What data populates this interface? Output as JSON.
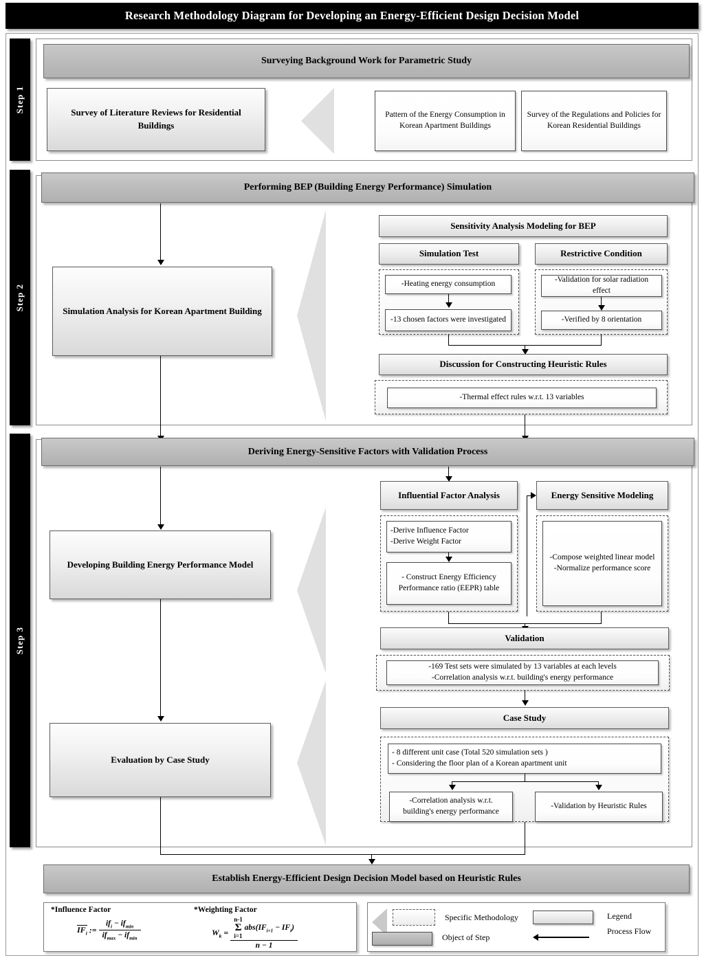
{
  "title": "Research Methodology Diagram for Developing an Energy-Efficient Design Decision Model",
  "steps": [
    {
      "label": "Step 1"
    },
    {
      "label": "Step 2"
    },
    {
      "label": "Step 3"
    }
  ],
  "step1": {
    "band": "Surveying Background Work for Parametric Study",
    "object": "Survey of Literature Reviews for Residential Buildings",
    "methods": [
      "Pattern of the Energy Consumption in Korean Apartment Buildings",
      "Survey of the Regulations and Policies for Korean Residential Buildings"
    ]
  },
  "step2": {
    "band": "Performing BEP (Building Energy Performance) Simulation",
    "object": "Simulation Analysis for Korean Apartment Building",
    "modeling_head": "Sensitivity Analysis Modeling for BEP",
    "col_left_head": "Simulation Test",
    "col_right_head": "Restrictive Condition",
    "col_left_items": [
      "-Heating energy consumption",
      "-13 chosen factors were investigated"
    ],
    "col_right_items": [
      "-Validation for solar radiation effect",
      "-Verified by 8 orientation"
    ],
    "discussion_head": "Discussion for Constructing Heuristic Rules",
    "discussion_item": "-Thermal effect rules w.r.t. 13 variables"
  },
  "step3": {
    "band": "Deriving Energy-Sensitive Factors with Validation Process",
    "object_1": "Developing Building Energy Performance Model",
    "object_2": "Evaluation by Case Study",
    "ifa_head": "Influential Factor Analysis",
    "ifa_items": [
      "-Derive Influence Factor\n-Derive Weight Factor",
      "- Construct Energy Efficiency Performance ratio (EEPR) table"
    ],
    "esm_head": "Energy Sensitive Modeling",
    "esm_item": "-Compose weighted linear model\n-Normalize performance score",
    "validation_head": "Validation",
    "validation_item": "-169 Test sets were simulated by 13 variables at each levels\n-Correlation analysis w.r.t. building's energy performance",
    "case_head": "Case Study",
    "case_item": "- 8 different unit case (Total 520 simulation sets )\n- Considering the floor plan of a Korean apartment unit",
    "case_sub_left": "-Correlation analysis w.r.t. building's energy performance",
    "case_sub_right": "-Validation by Heuristic Rules"
  },
  "conclusion": {
    "band": "Establish Energy-Efficient Design Decision Model based on Heuristic Rules"
  },
  "footer": {
    "formula_1": {
      "label": "*Influence Factor",
      "lhs": "IF",
      "lhs_sub": "i",
      "assign": ":=",
      "num_a": "if",
      "num_a_sub": "i",
      "num_b": "if",
      "num_b_sub": "min",
      "den_a": "if",
      "den_a_sub": "max",
      "den_b": "if",
      "den_b_sub": "min",
      "minus": "−"
    },
    "formula_2": {
      "label": "*Weighting Factor",
      "lhs": "W",
      "lhs_sub": "k",
      "equals": "=",
      "sum_top": "n-1",
      "sum_sym": "Σ",
      "sum_bottom": "i=1",
      "num_fn": "abs(",
      "num_a": "IF",
      "num_a_sub": "i+1",
      "num_b": "IF",
      "num_b_sub": "i",
      "num_close": ")",
      "den": "n − 1",
      "minus": "−"
    }
  },
  "legend": {
    "title": "Legend",
    "process_flow": "Process Flow",
    "specific_methodology": "Specific Methodology",
    "object_of_step": "Object of Step"
  },
  "colors": {
    "title_bar": "#000000",
    "band": "#bdbdbd",
    "triangle": "#e0e0e0",
    "frame_border": "#8a8a8a"
  }
}
